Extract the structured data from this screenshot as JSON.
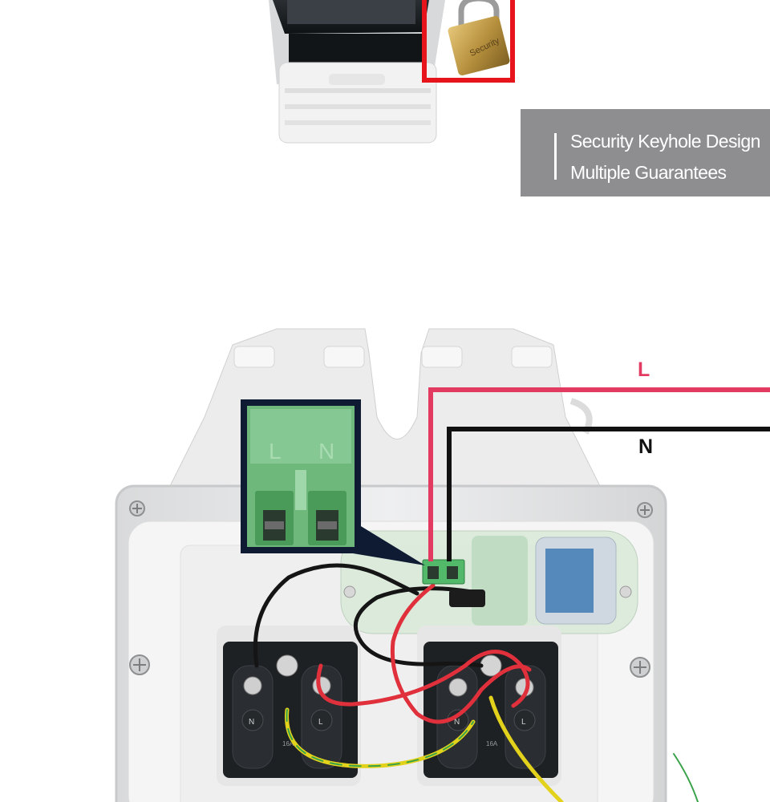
{
  "banner": {
    "line1": "Security Keyhole Design",
    "line2": "Multiple Guarantees"
  },
  "padlock": {
    "engraving": "Security"
  },
  "wires": {
    "live_label": "L",
    "neutral_label": "N",
    "live_color": "#e33a62",
    "neutral_color": "#111111"
  },
  "terminal_block": {
    "mark_left": "L",
    "mark_right": "N"
  },
  "sockets": [
    {
      "terminal_n": "N",
      "terminal_l": "L",
      "marking": "16A"
    },
    {
      "terminal_n": "N",
      "terminal_l": "L",
      "marking": "16A"
    }
  ],
  "colors": {
    "highlight_red": "#e8141c",
    "inset_frame": "#0f1b33",
    "banner_bg": "#8e8e90"
  }
}
